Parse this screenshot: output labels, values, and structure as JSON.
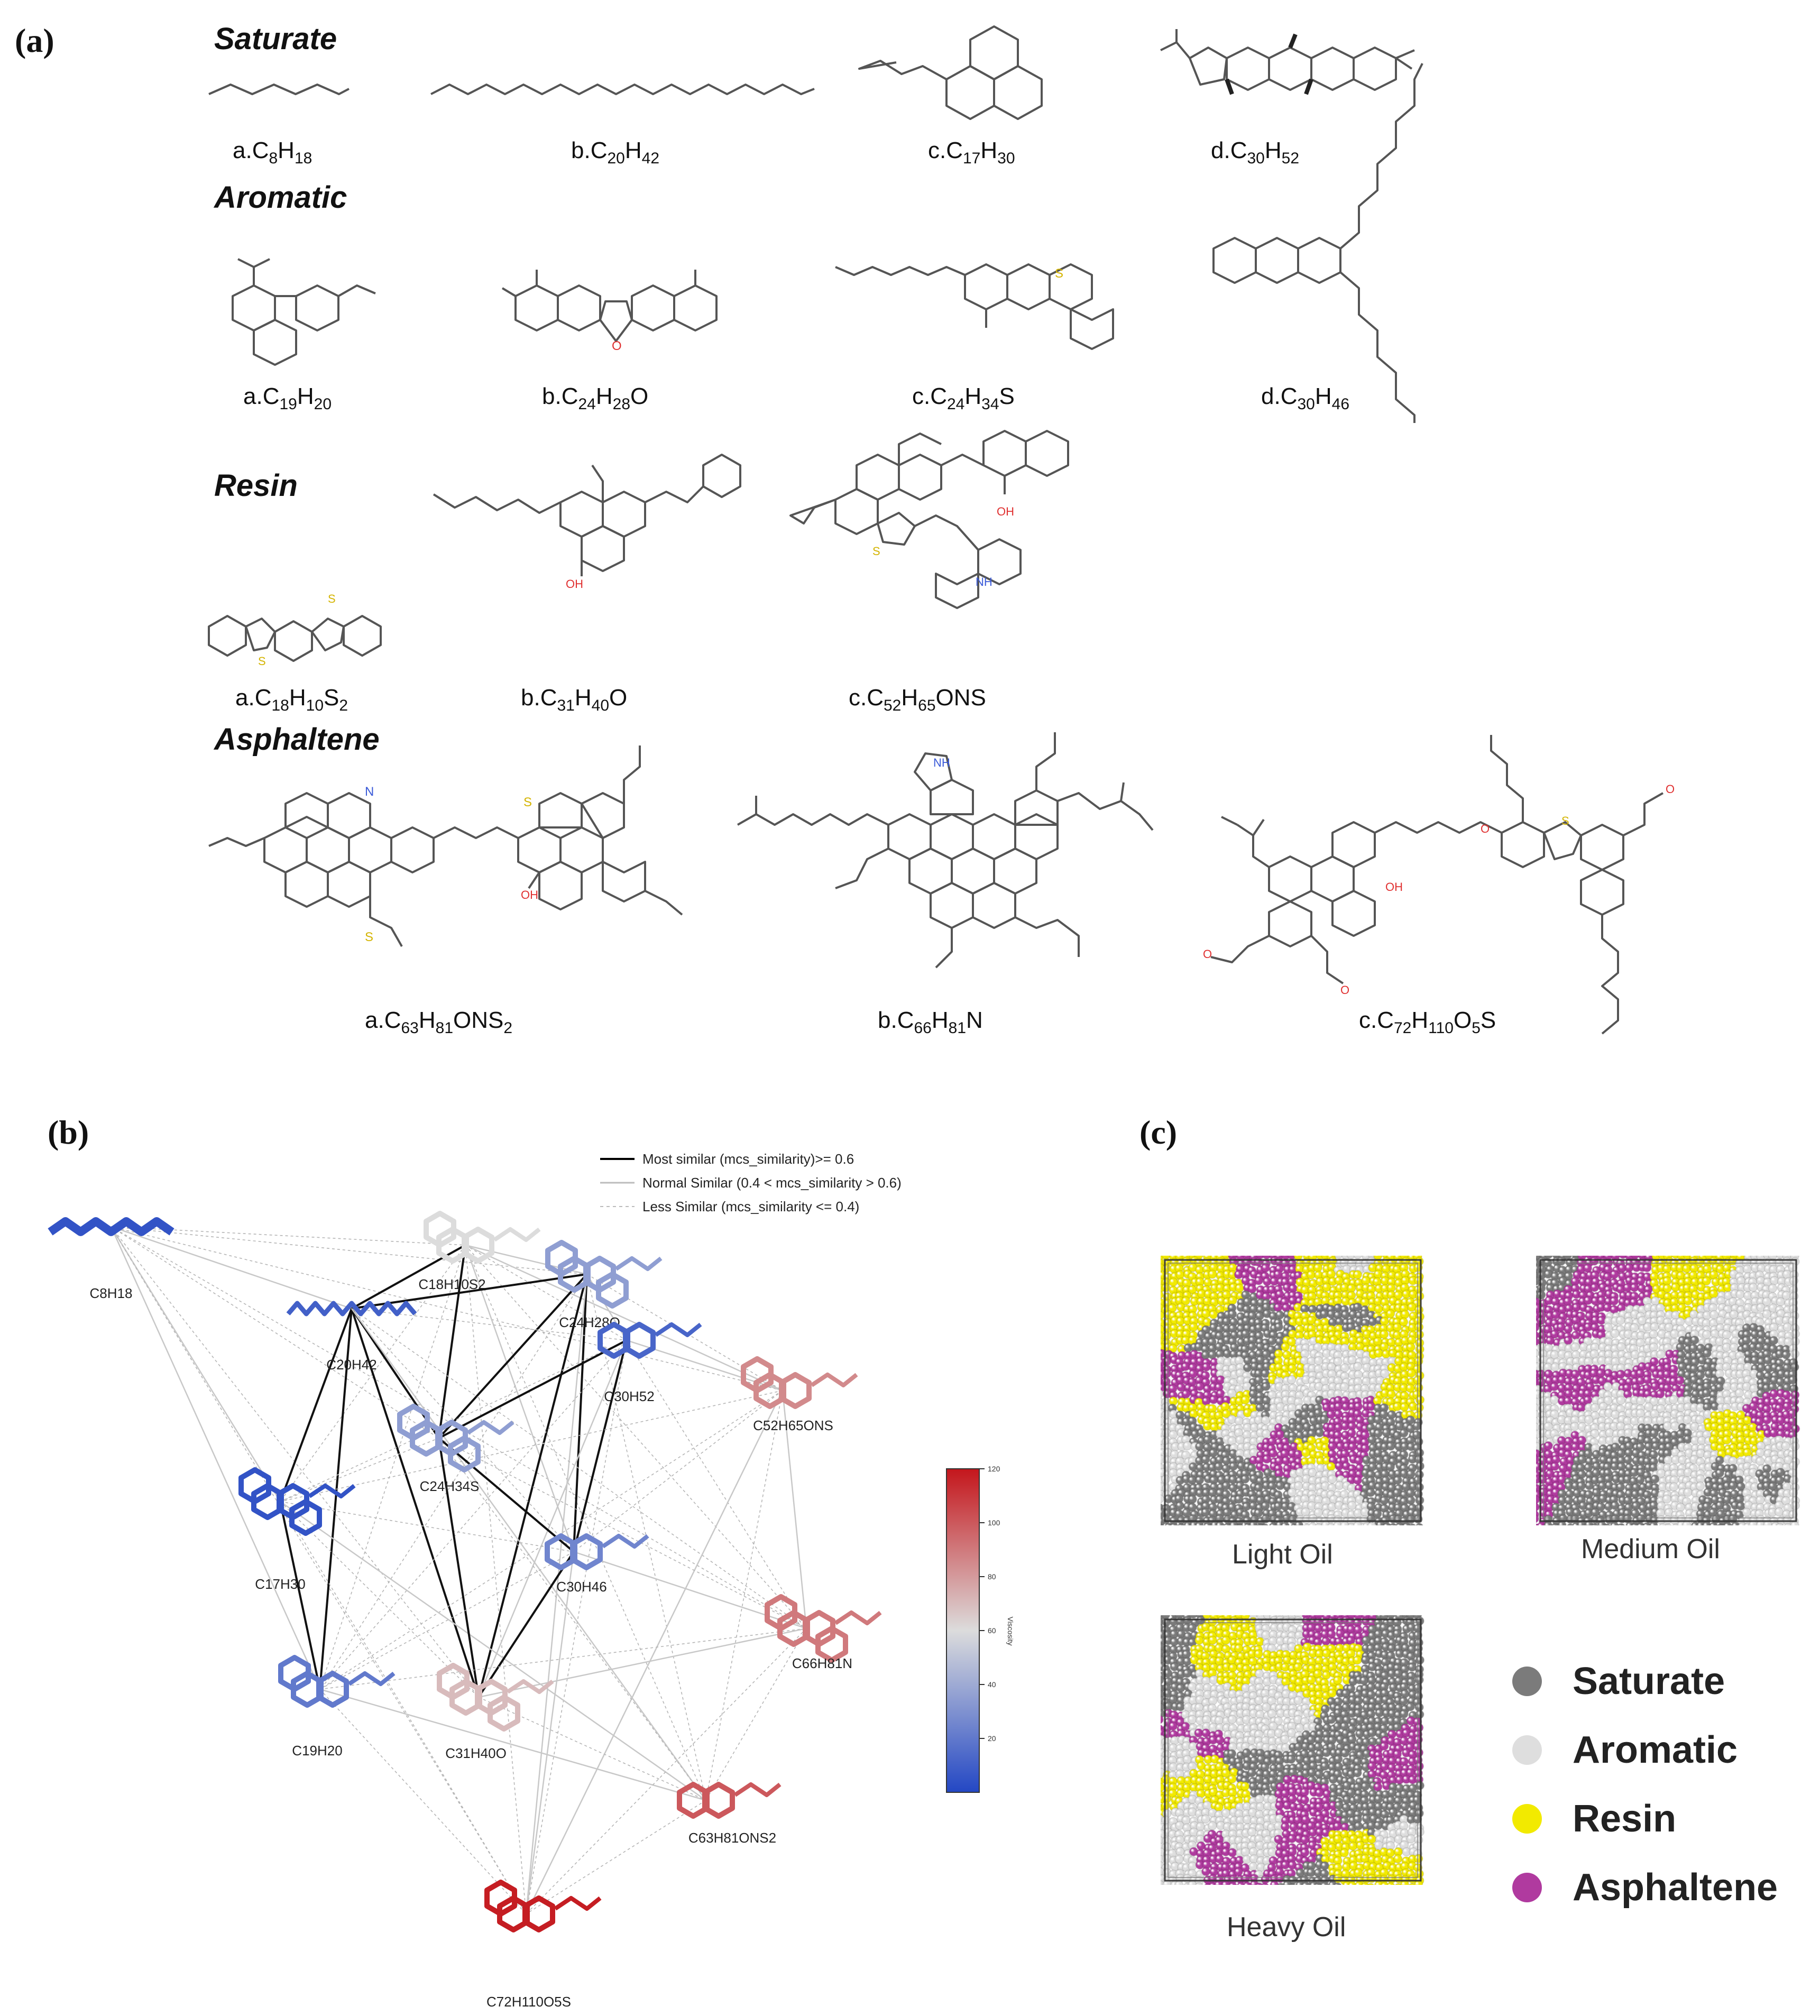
{
  "panel_a": {
    "label": "(a)",
    "categories": [
      {
        "name": "Saturate",
        "molecules": [
          {
            "formula": [
              [
                "a.C",
                ""
              ],
              [
                "8",
                "sub"
              ],
              [
                "H",
                ""
              ],
              [
                "18",
                "sub"
              ]
            ]
          },
          {
            "formula": [
              [
                "b.C",
                ""
              ],
              [
                "20",
                "sub"
              ],
              [
                "H",
                ""
              ],
              [
                "42",
                "sub"
              ]
            ]
          },
          {
            "formula": [
              [
                "c.C",
                ""
              ],
              [
                "17",
                "sub"
              ],
              [
                "H",
                ""
              ],
              [
                "30",
                "sub"
              ]
            ]
          },
          {
            "formula": [
              [
                "d.C",
                ""
              ],
              [
                "30",
                "sub"
              ],
              [
                "H",
                ""
              ],
              [
                "52",
                "sub"
              ]
            ]
          }
        ]
      },
      {
        "name": "Aromatic",
        "molecules": [
          {
            "formula": [
              [
                "a.C",
                ""
              ],
              [
                "19",
                "sub"
              ],
              [
                "H",
                ""
              ],
              [
                "20",
                "sub"
              ]
            ]
          },
          {
            "formula": [
              [
                "b.C",
                ""
              ],
              [
                "24",
                "sub"
              ],
              [
                "H",
                ""
              ],
              [
                "28",
                "sub"
              ],
              [
                "O",
                ""
              ]
            ]
          },
          {
            "formula": [
              [
                "c.C",
                ""
              ],
              [
                "24",
                "sub"
              ],
              [
                "H",
                ""
              ],
              [
                "34",
                "sub"
              ],
              [
                "S",
                ""
              ]
            ]
          },
          {
            "formula": [
              [
                "d.C",
                ""
              ],
              [
                "30",
                "sub"
              ],
              [
                "H",
                ""
              ],
              [
                "46",
                "sub"
              ]
            ]
          }
        ]
      },
      {
        "name": "Resin",
        "molecules": [
          {
            "formula": [
              [
                "a.C",
                ""
              ],
              [
                "18",
                "sub"
              ],
              [
                "H",
                ""
              ],
              [
                "10",
                "sub"
              ],
              [
                "S",
                ""
              ],
              [
                "2",
                "sub"
              ]
            ]
          },
          {
            "formula": [
              [
                "b.C",
                ""
              ],
              [
                "31",
                "sub"
              ],
              [
                "H",
                ""
              ],
              [
                "40",
                "sub"
              ],
              [
                "O",
                ""
              ]
            ]
          },
          {
            "formula": [
              [
                "c.C",
                ""
              ],
              [
                "52",
                "sub"
              ],
              [
                "H",
                ""
              ],
              [
                "65",
                "sub"
              ],
              [
                "ONS",
                ""
              ]
            ]
          }
        ]
      },
      {
        "name": "Asphaltene",
        "molecules": [
          {
            "formula": [
              [
                "a.C",
                ""
              ],
              [
                "63",
                "sub"
              ],
              [
                "H",
                ""
              ],
              [
                "81",
                "sub"
              ],
              [
                "ONS",
                ""
              ],
              [
                "2",
                "sub"
              ]
            ]
          },
          {
            "formula": [
              [
                "b.C",
                ""
              ],
              [
                "66",
                "sub"
              ],
              [
                "H",
                ""
              ],
              [
                "81",
                "sub"
              ],
              [
                "N",
                ""
              ]
            ]
          },
          {
            "formula": [
              [
                "c.C",
                ""
              ],
              [
                "72",
                "sub"
              ],
              [
                "H",
                ""
              ],
              [
                "110",
                "sub"
              ],
              [
                "O",
                ""
              ],
              [
                "5",
                "sub"
              ],
              [
                "S",
                ""
              ]
            ]
          }
        ]
      }
    ],
    "atom_labels": {
      "s": "S",
      "o": "O",
      "oh": "OH",
      "nh": "NH",
      "n": "N"
    }
  },
  "panel_b": {
    "label": "(b)",
    "legend": [
      {
        "text": "Most similar (mcs_similarity)>= 0.6",
        "style": "most"
      },
      {
        "text": "Normal Similar (0.4 < mcs_similarity > 0.6)",
        "style": "normal"
      },
      {
        "text": "Less Similar (mcs_similarity <= 0.4)",
        "style": "less"
      }
    ],
    "nodes": [
      {
        "id": "C8H18",
        "viscosity": 5
      },
      {
        "id": "C18H10S2",
        "viscosity": 60
      },
      {
        "id": "C24H28O",
        "viscosity": 35
      },
      {
        "id": "C20H42",
        "viscosity": 10
      },
      {
        "id": "C30H52",
        "viscosity": 12
      },
      {
        "id": "C52H65ONS",
        "viscosity": 85
      },
      {
        "id": "C17H30",
        "viscosity": 5
      },
      {
        "id": "C24H34S",
        "viscosity": 35
      },
      {
        "id": "C30H46",
        "viscosity": 25
      },
      {
        "id": "C19H20",
        "viscosity": 20
      },
      {
        "id": "C66H81N",
        "viscosity": 90
      },
      {
        "id": "C31H40O",
        "viscosity": 70
      },
      {
        "id": "C63H81ONS2",
        "viscosity": 100
      },
      {
        "id": "C72H110O5S",
        "viscosity": 118
      }
    ],
    "colorbar": {
      "title": "Viscosity",
      "ticks": [
        "20",
        "40",
        "60",
        "80",
        "100",
        "120"
      ],
      "low_color": "#2347c4",
      "mid_color": "#dcdcdc",
      "high_color": "#c4161c"
    }
  },
  "panel_c": {
    "label": "(c)",
    "oils": [
      {
        "name": "Light Oil",
        "fractions": {
          "saturate": 0.45,
          "aromatic": 0.3,
          "resin": 0.17,
          "asphaltene": 0.08
        }
      },
      {
        "name": "Medium Oil",
        "fractions": {
          "saturate": 0.25,
          "aromatic": 0.4,
          "resin": 0.15,
          "asphaltene": 0.2
        }
      },
      {
        "name": "Heavy Oil",
        "fractions": {
          "saturate": 0.3,
          "aromatic": 0.3,
          "resin": 0.18,
          "asphaltene": 0.22
        }
      }
    ],
    "legend": [
      {
        "name": "Saturate",
        "color": "#7b7b7b"
      },
      {
        "name": "Aromatic",
        "color": "#dedede"
      },
      {
        "name": "Resin",
        "color": "#f2ea00"
      },
      {
        "name": "Asphaltene",
        "color": "#b03a9f"
      }
    ]
  }
}
